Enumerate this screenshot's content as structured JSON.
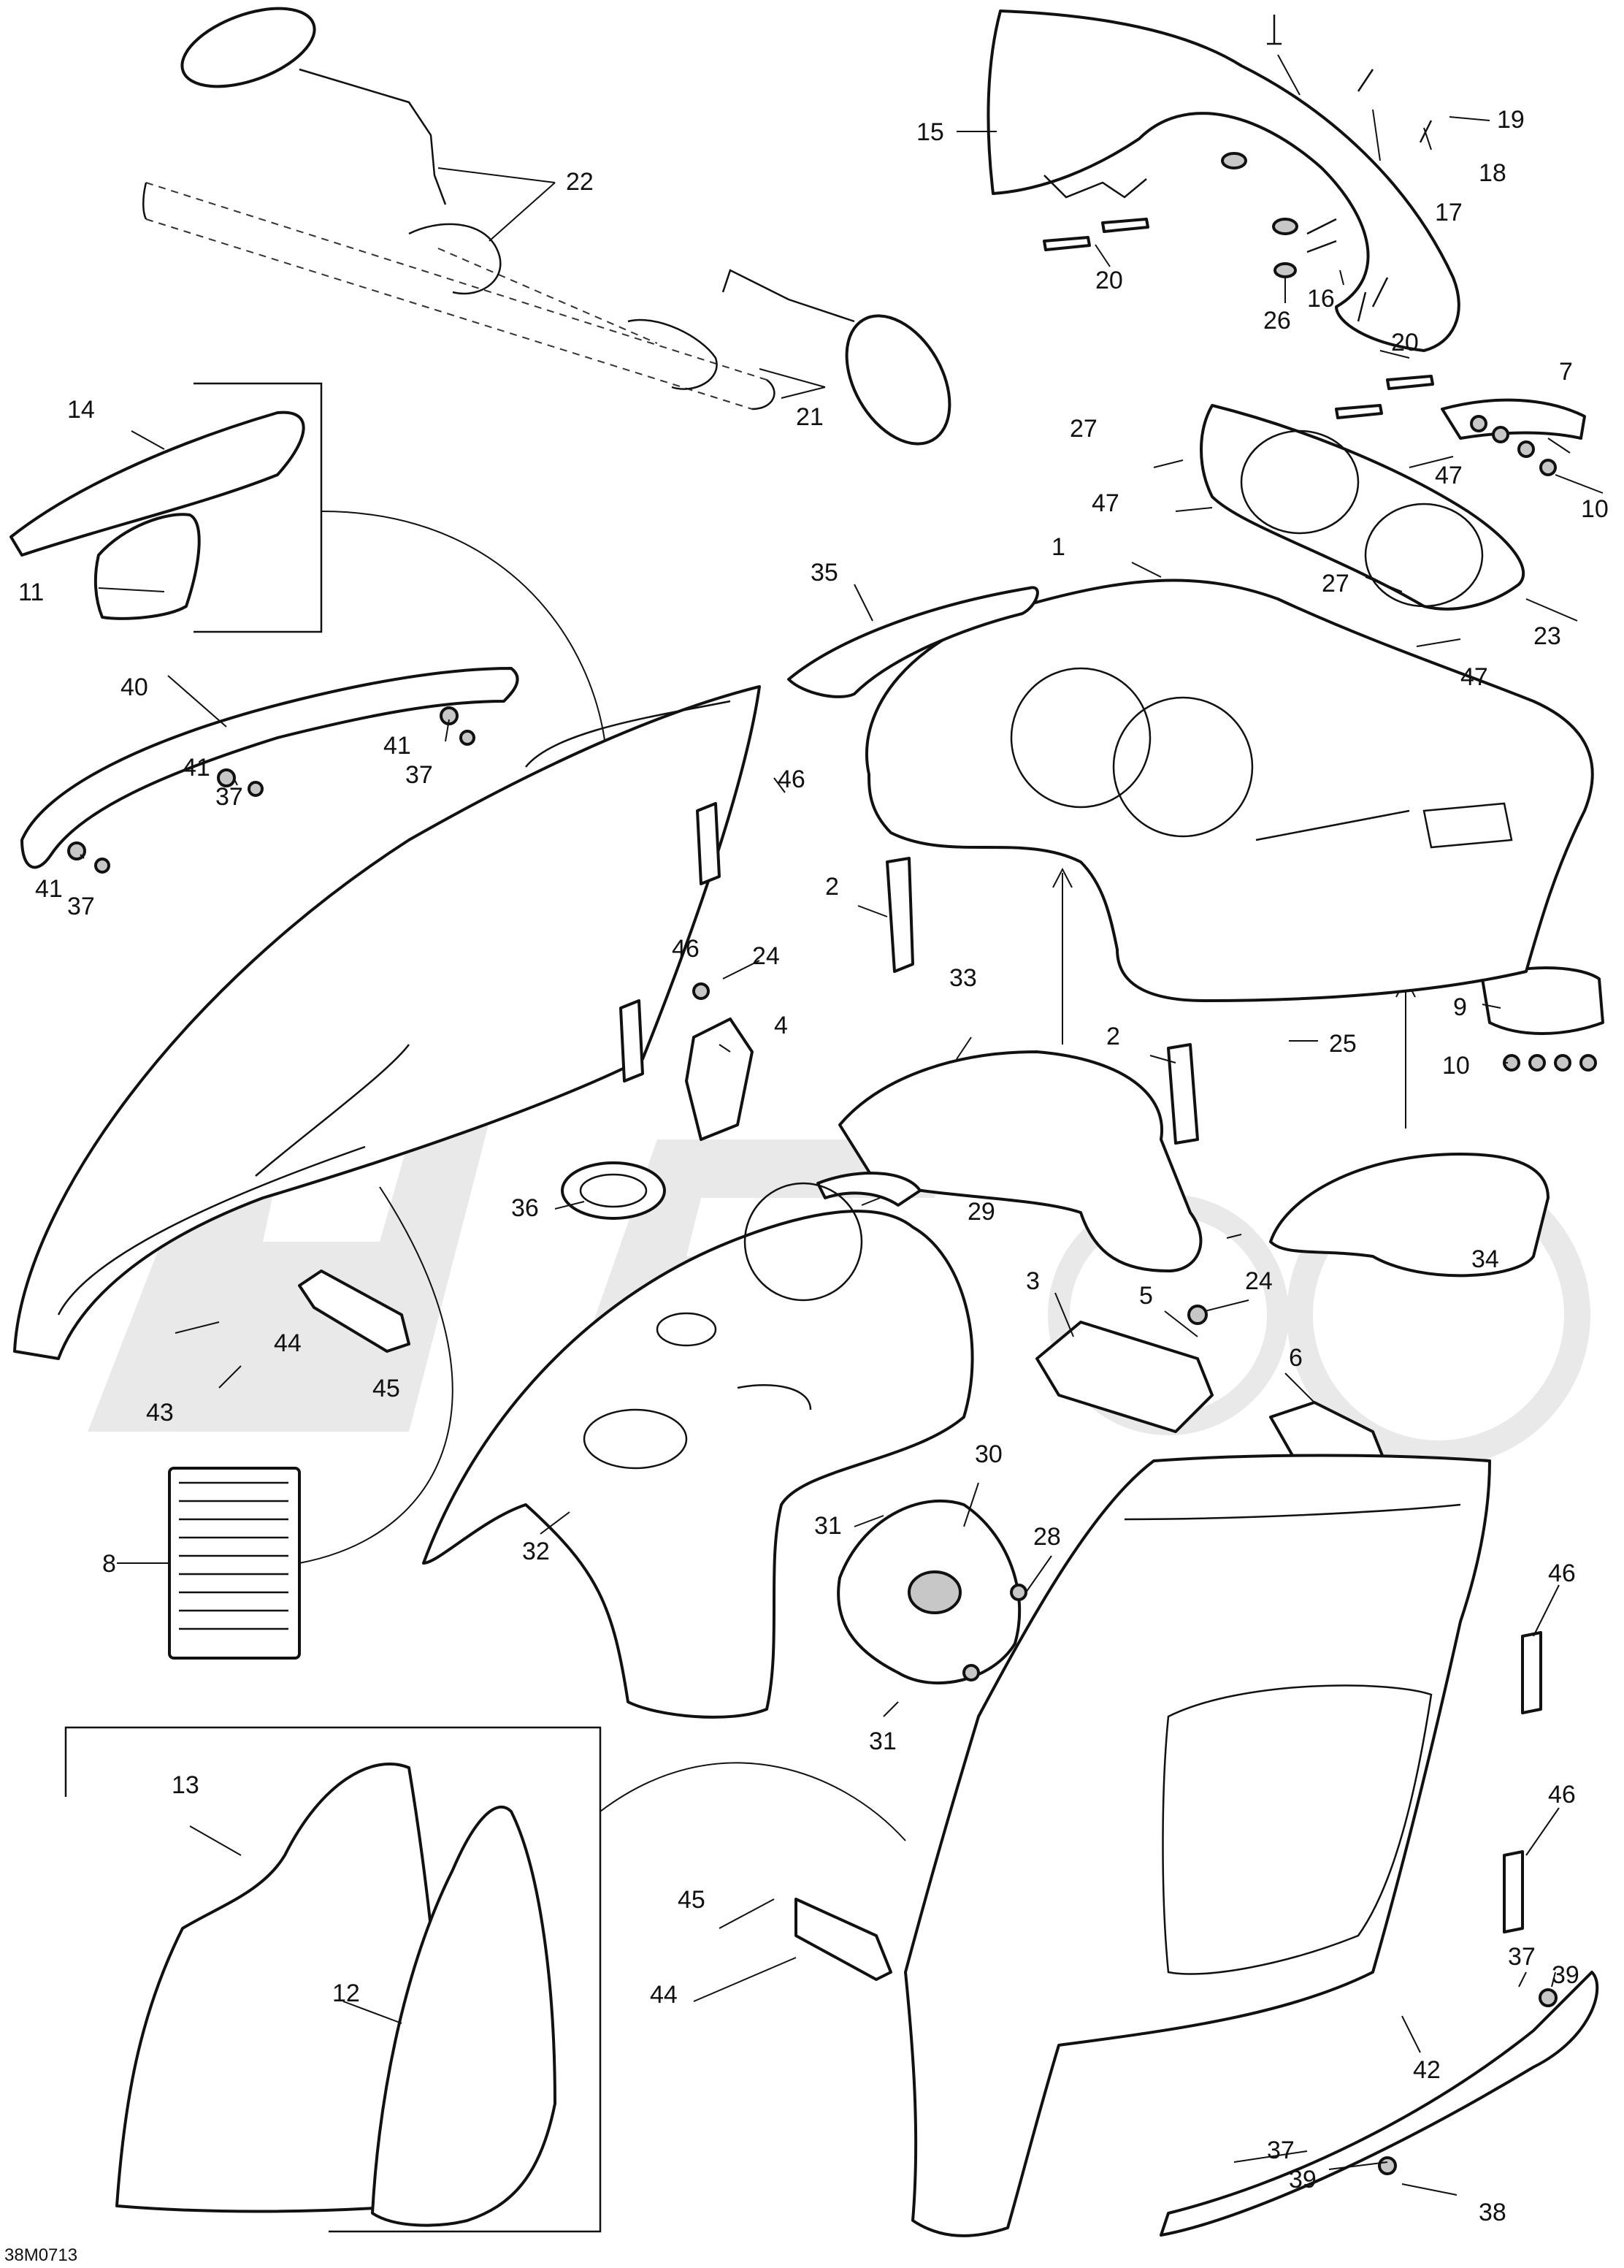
{
  "diagram_code": "38M0713",
  "callouts": {
    "c1": "1",
    "c2a": "2",
    "c2b": "2",
    "c3": "3",
    "c4": "4",
    "c5": "5",
    "c6": "6",
    "c7": "7",
    "c8": "8",
    "c9": "9",
    "c10a": "10",
    "c10b": "10",
    "c11": "11",
    "c12": "12",
    "c13": "13",
    "c14": "14",
    "c15": "15",
    "c16": "16",
    "c17": "17",
    "c18": "18",
    "c19": "19",
    "c20a": "20",
    "c20b": "20",
    "c21": "21",
    "c22": "22",
    "c23": "23",
    "c24a": "24",
    "c24b": "24",
    "c25": "25",
    "c26": "26",
    "c27a": "27",
    "c27b": "27",
    "c28": "28",
    "c29": "29",
    "c30": "30",
    "c31a": "31",
    "c31b": "31",
    "c32": "32",
    "c33": "33",
    "c34": "34",
    "c35": "35",
    "c36": "36",
    "c37a": "37",
    "c37b": "37",
    "c37c": "37",
    "c37d": "37",
    "c37e": "37",
    "c38": "38",
    "c39a": "39",
    "c39b": "39",
    "c40": "40",
    "c41a": "41",
    "c41b": "41",
    "c41c": "41",
    "c42": "42",
    "c43": "43",
    "c44a": "44",
    "c44b": "44",
    "c45a": "45",
    "c45b": "45",
    "c46a": "46",
    "c46b": "46",
    "c46c": "46",
    "c46d": "46",
    "c47a": "47",
    "c47b": "47",
    "c47c": "47"
  }
}
